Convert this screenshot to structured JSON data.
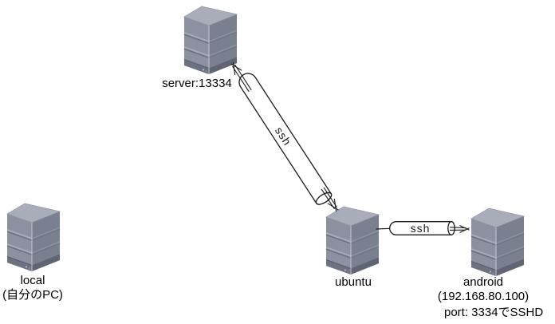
{
  "nodes": {
    "server": {
      "label": "server:13334"
    },
    "local": {
      "label": "local",
      "sublabel": "(自分のPC)"
    },
    "ubuntu": {
      "label": "ubuntu"
    },
    "android": {
      "label": "android",
      "sublabel": "(192.168.80.100)",
      "note": "port: 3334でSSHD"
    }
  },
  "tunnels": {
    "server_ubuntu": {
      "label": "ssh",
      "direction": "bidirectional"
    },
    "ubuntu_android": {
      "label": "ssh",
      "direction": "to-android"
    }
  },
  "icons": {
    "node_icon": "tower-server-3d"
  },
  "colors": {
    "background": "#ffffff",
    "text": "#000000",
    "outline": "#1a1a1a",
    "pipe_fill": "#ffffff",
    "server_top": "#a9adba",
    "server_front": "#8c90a0",
    "server_side": "#7b8090",
    "server_groove_light": "#a6aab6",
    "server_groove_dark": "#6a6f7e",
    "server_base_front": "#6d7280",
    "server_base_side": "#5f6573",
    "server_edge_highlight": "#c2c6d0"
  }
}
